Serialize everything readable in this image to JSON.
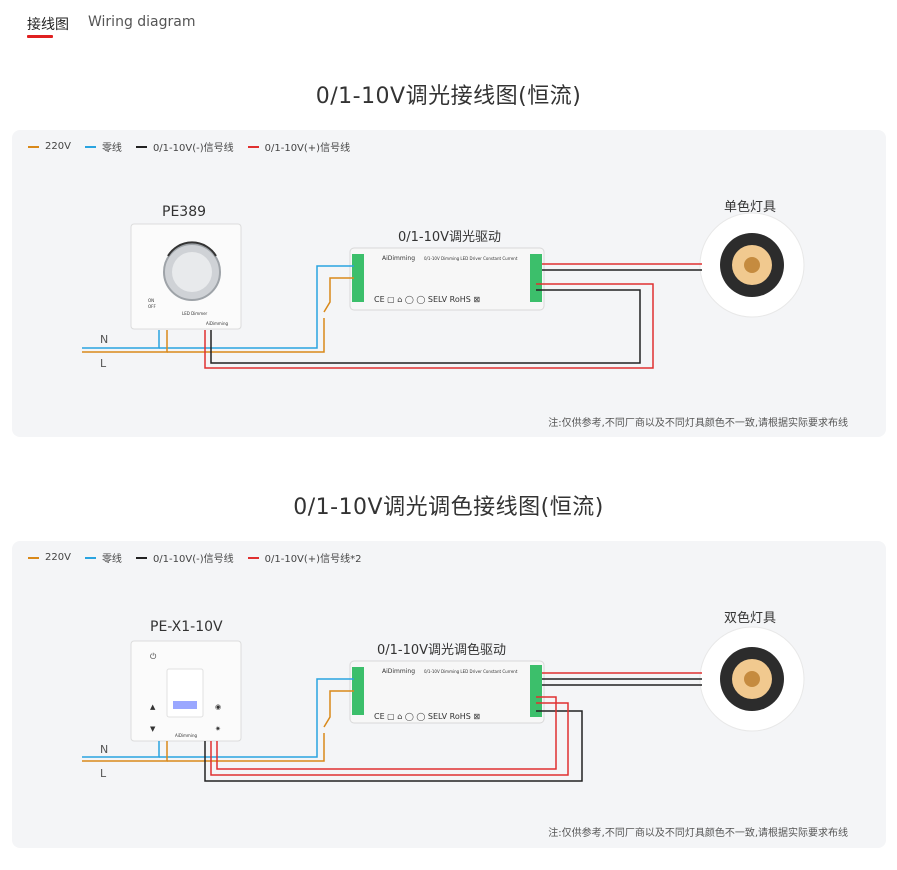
{
  "tabs": [
    {
      "label": "接线图",
      "active": true
    },
    {
      "label": "Wiring diagram",
      "active": false
    }
  ],
  "legend_colors": {
    "220v": "#d9891a",
    "neutral": "#2aa4e0",
    "neg": "#222222",
    "pos": "#e03030"
  },
  "sections": [
    {
      "title": "0/1-10V调光接线图(恒流)",
      "legend": [
        "220V",
        "零线",
        "0/1-10V(-)信号线",
        "0/1-10V(+)信号线"
      ],
      "controller_label": "PE389",
      "driver_label": "0/1-10V调光驱动",
      "lamp_label": "单色灯具",
      "line_n": "N",
      "line_l": "L",
      "note": "注:仅供参考,不同厂商以及不同灯具颜色不一致,请根据实际要求布线",
      "controller_text": {
        "top": "ON",
        "bottom": "OFF",
        "brand": "LED Dimmer",
        "logo": "AiDimming"
      },
      "driver_text": {
        "brand": "AiDimming",
        "model": "0/1-10V Dimming LED Driver Constant Current",
        "marks": "CE ▢ ⌂ ◯ ◯ SELV RoHS ⊠"
      }
    },
    {
      "title": "0/1-10V调光调色接线图(恒流)",
      "legend": [
        "220V",
        "零线",
        "0/1-10V(-)信号线",
        "0/1-10V(+)信号线*2"
      ],
      "controller_label": "PE-X1-10V",
      "driver_label": "0/1-10V调光调色驱动",
      "lamp_label": "双色灯具",
      "line_n": "N",
      "line_l": "L",
      "note": "注:仅供参考,不同厂商以及不同灯具颜色不一致,请根据实际要求布线",
      "controller_text": {
        "brand": "AiDimming"
      },
      "driver_text": {
        "brand": "AiDimming",
        "model": "0/1-10V Dimming LED Driver Constant Current",
        "marks": "CE ▢ ⌂ ◯ ◯ SELV RoHS ⊠"
      }
    }
  ]
}
